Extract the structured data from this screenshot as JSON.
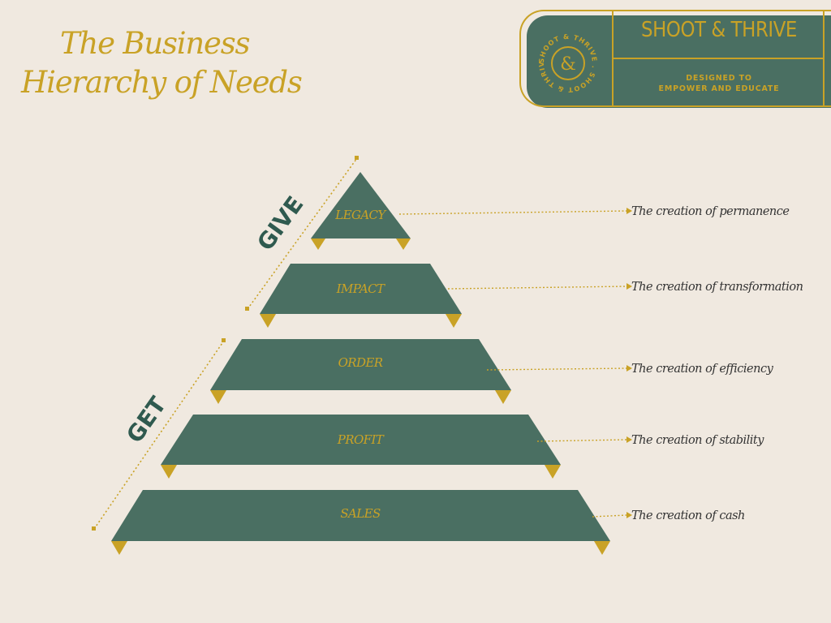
{
  "title": {
    "line1": "The Business",
    "line2": "Hierarchy of Needs"
  },
  "brand": {
    "name": "SHOOT & THRIVE",
    "tagline_line1": "DESIGNED TO",
    "tagline_line2": "EMPOWER AND EDUCATE",
    "seal_ring_text": "SHOOT & THRIVE . SHOOT & THRIVE .",
    "seal_center": "&",
    "primary_color": "#4a6f62",
    "accent_color": "#c9a226"
  },
  "groups": {
    "give": "GIVE",
    "get": "GET"
  },
  "tiers": [
    {
      "label": "LEGACY",
      "description": "The creation of permanence"
    },
    {
      "label": "IMPACT",
      "description": "The creation of transformation"
    },
    {
      "label": "ORDER",
      "description": "The creation of efficiency"
    },
    {
      "label": "PROFIT",
      "description": "The creation of stability"
    },
    {
      "label": "SALES",
      "description": "The creation of cash"
    }
  ],
  "colors": {
    "background": "#f0e9e0",
    "tier_fill": "#4a6f62",
    "gold": "#c9a226",
    "text_dark": "#333333",
    "group_text": "#2f5a4f"
  }
}
